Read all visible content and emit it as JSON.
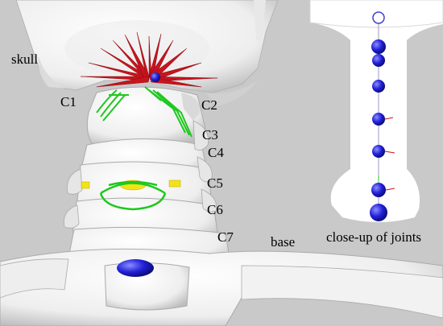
{
  "labels": {
    "skull": "skull",
    "c1": "C1",
    "c2": "C2",
    "c3": "C3",
    "c4": "C4",
    "c5": "C5",
    "c6": "C6",
    "c7": "C7",
    "base": "base",
    "closeup": "close-up of joints"
  },
  "colors": {
    "background": "#c9c9c9",
    "bone": "#f4f4f4",
    "muscle_red": "#c8141e",
    "muscle_green": "#1ec81e",
    "marker_yellow": "#f2e414",
    "joint_blue": "#1a1ad0"
  },
  "icons": [
    "skull-shape",
    "vertebra-shape",
    "joint-sphere"
  ]
}
